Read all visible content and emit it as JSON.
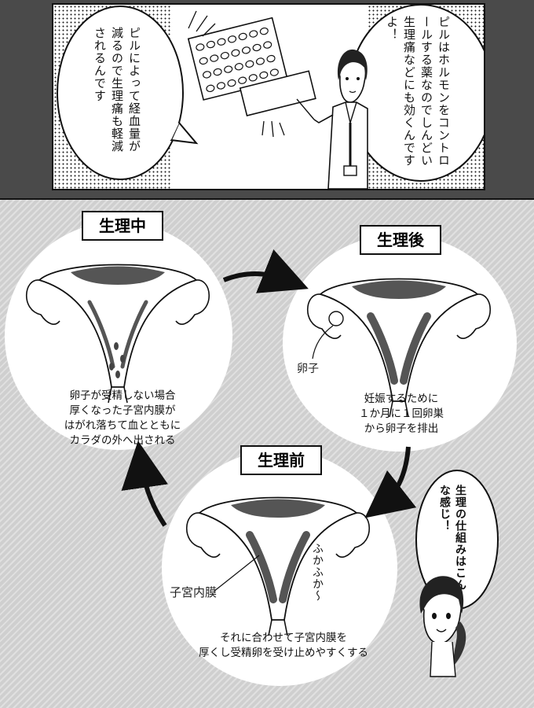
{
  "top_panel": {
    "bubble_right": "ピルはホルモンをコントロールする薬なのでしんどい生理痛などにも効くんですよ！",
    "bubble_left": "ピルによって経血量が減るので生理痛も軽減されるんです"
  },
  "stages": {
    "during": {
      "label": "生理中",
      "caption": [
        "卵子が受精しない場合",
        "厚くなった子宮内膜が",
        "はがれ落ちて血とともに",
        "カラダの外へ出される"
      ]
    },
    "after": {
      "label": "生理後",
      "egg_label": "卵子",
      "caption": [
        "妊娠するために",
        "１か月に１回卵巣",
        "から卵子を排出"
      ]
    },
    "before": {
      "label": "生理前",
      "endometrium_label": "子宮内膜",
      "sfx": "ふかふか〜",
      "caption": [
        "それに合わせて子宮内膜を",
        "厚くし受精卵を受け止めやすくする"
      ]
    }
  },
  "guide_bubble": "生理の仕組みはこんな感じ！"
}
